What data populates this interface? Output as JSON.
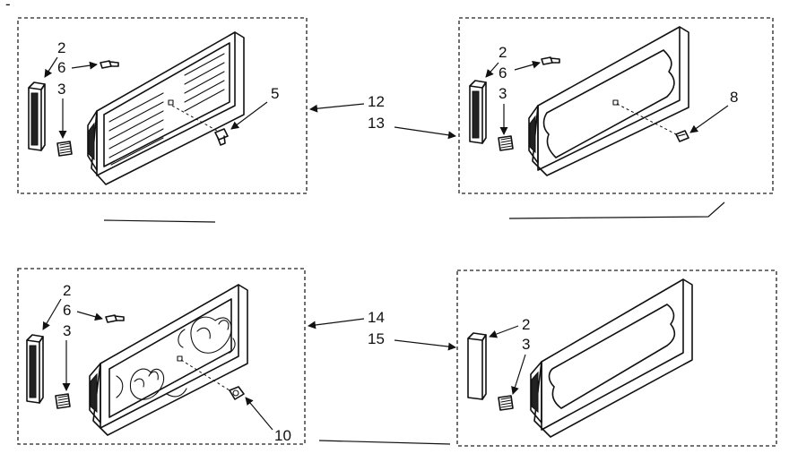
{
  "panels": [
    {
      "id": "top-left",
      "variant": "louvered",
      "callouts": {
        "a": "2",
        "b": "6",
        "c": "3",
        "screw": "5"
      }
    },
    {
      "id": "top-right",
      "variant": "scalloped-panel",
      "callouts": {
        "a": "2",
        "b": "6",
        "c": "3",
        "screw": "8"
      }
    },
    {
      "id": "bottom-left",
      "variant": "scroll-ornament",
      "callouts": {
        "a": "2",
        "b": "6",
        "c": "3",
        "screw": "10"
      }
    },
    {
      "id": "bottom-right",
      "variant": "plain-panel",
      "callouts": {
        "a": "2",
        "c": "3"
      }
    }
  ],
  "group_labels": {
    "top_first": "12",
    "top_second": "13",
    "bottom_first": "14",
    "bottom_second": "15"
  },
  "corner_mark": "-"
}
